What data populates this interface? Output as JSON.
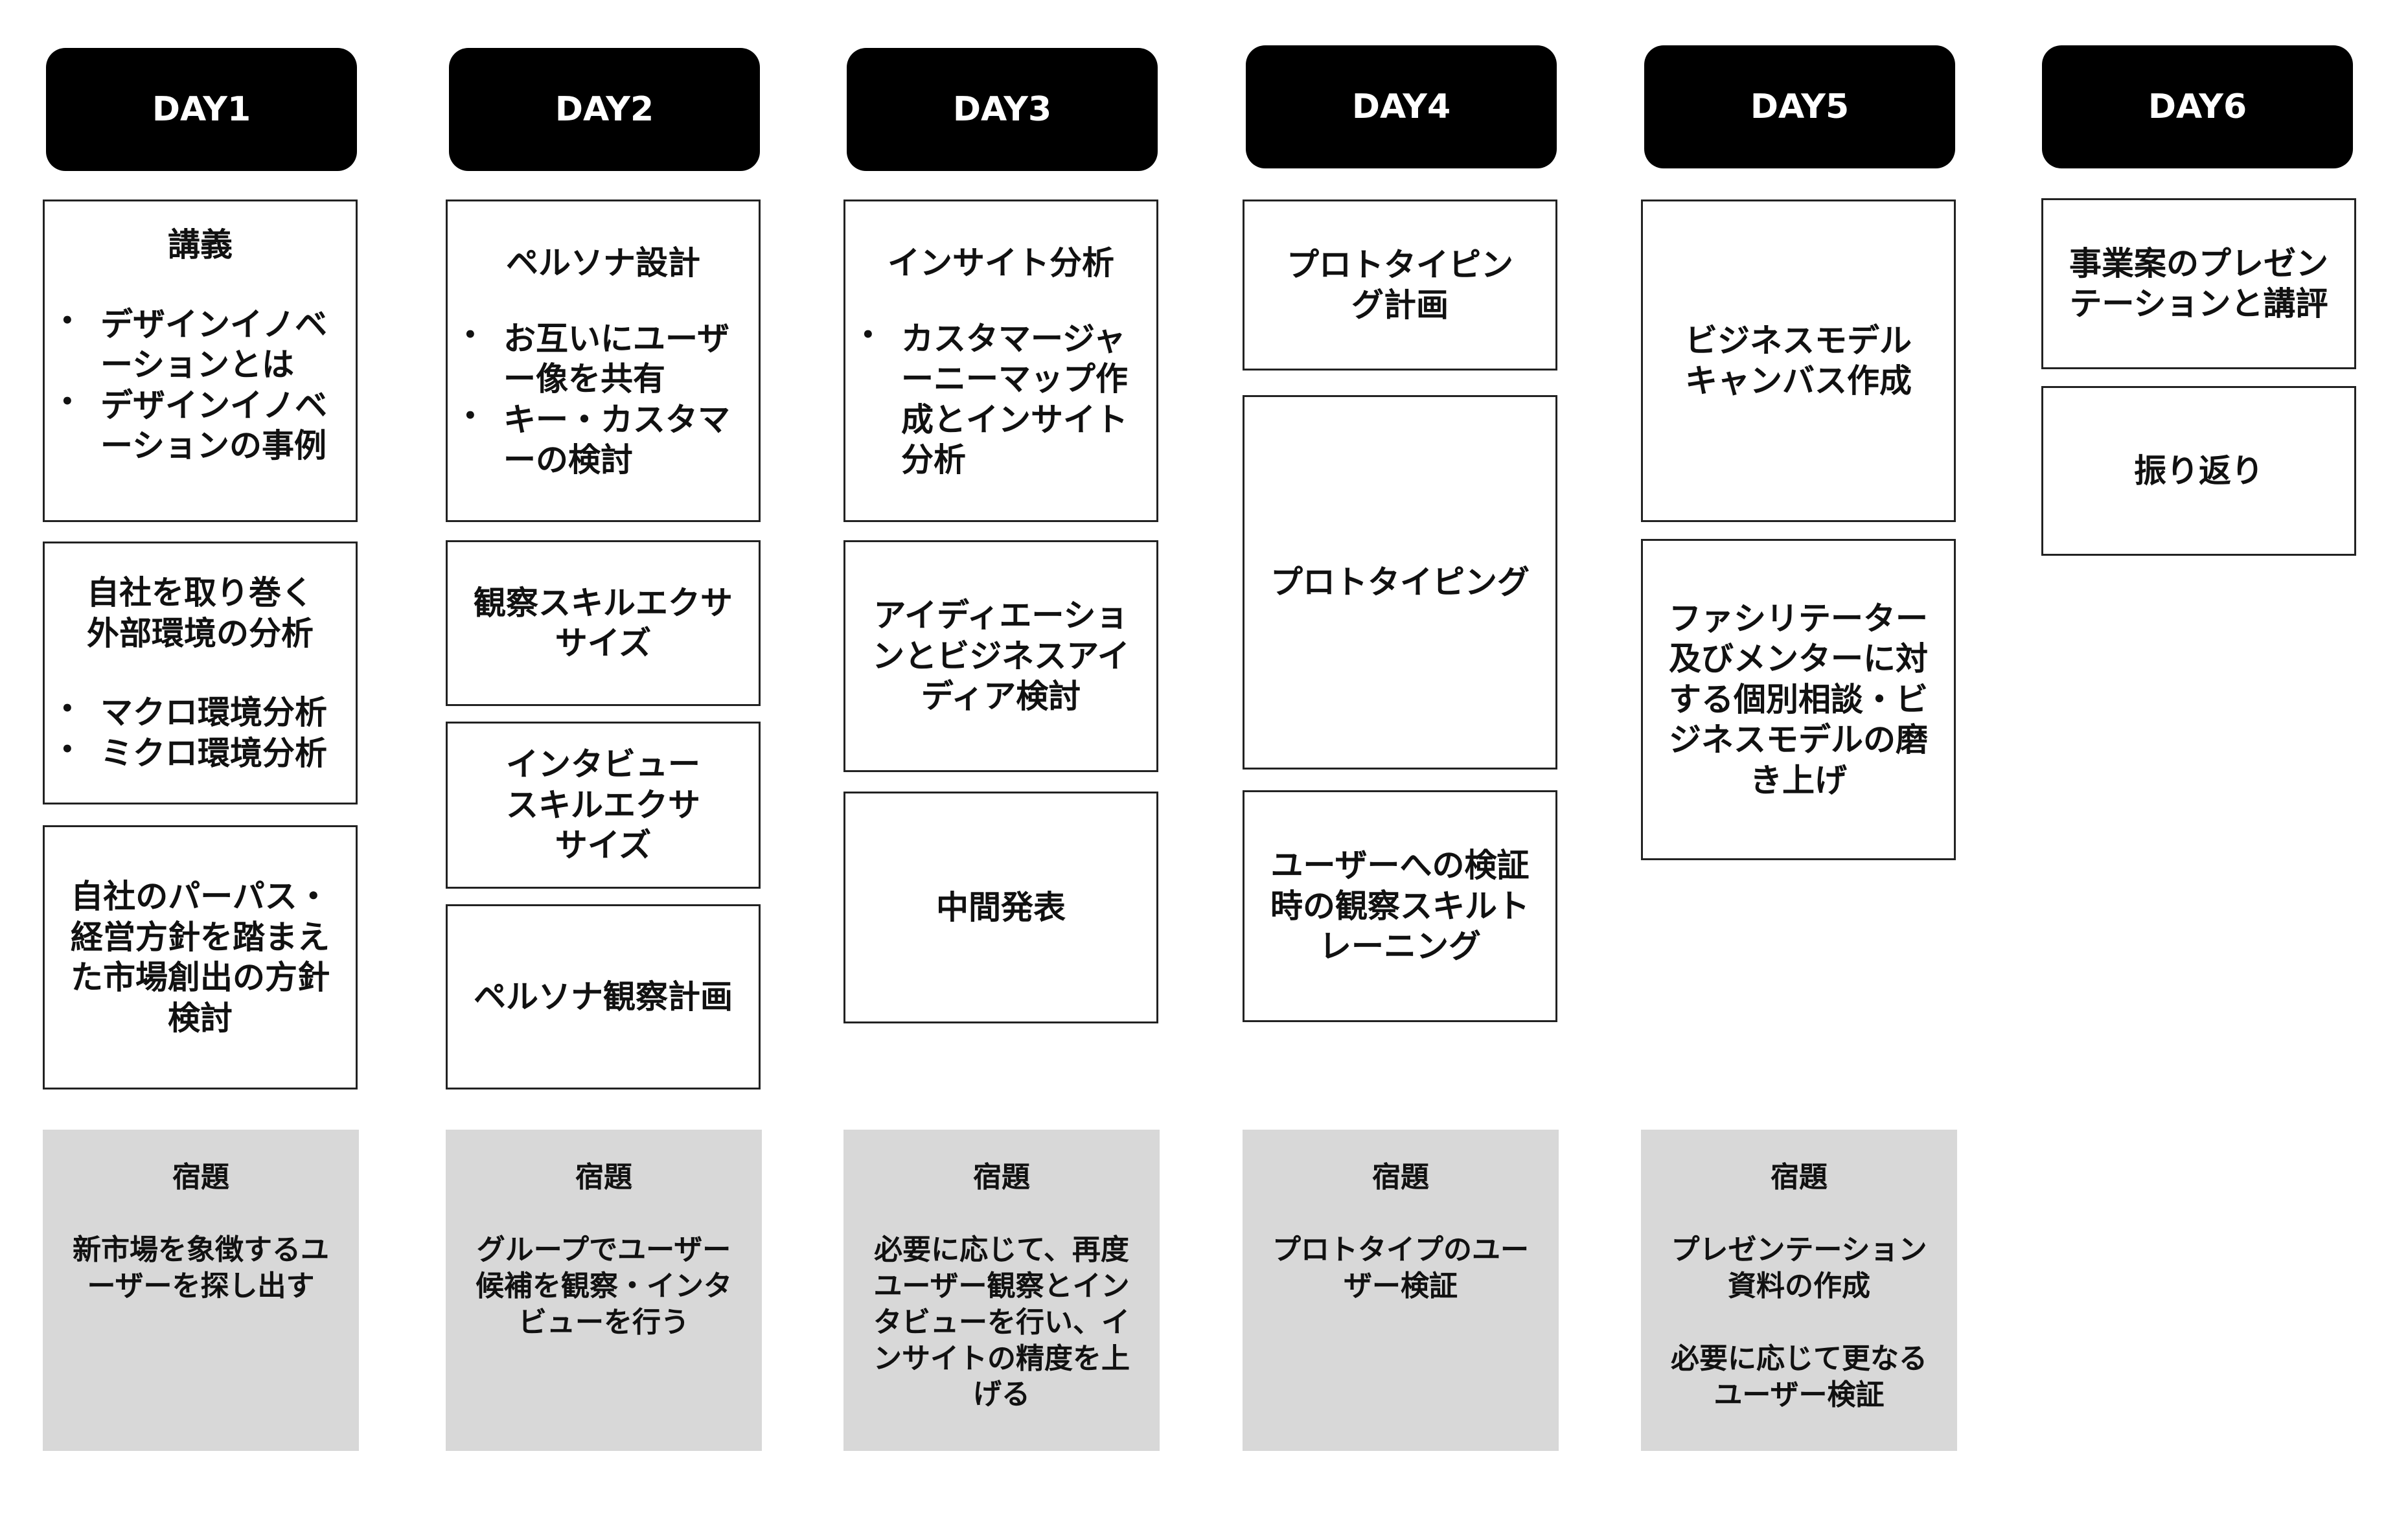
{
  "days": [
    {
      "label": "DAY1",
      "sessions": [
        {
          "title": "講義",
          "bullets": [
            "デザインイノベーションとは",
            "デザインイノベーションの事例"
          ]
        },
        {
          "title": "自社を取り巻く外部環境の分析",
          "bullets": [
            "マクロ環境分析",
            "ミクロ環境分析"
          ]
        },
        {
          "title": "自社のパーパス・経営方針を踏まえた市場創出の方針検討",
          "bullets": []
        }
      ],
      "homework": {
        "title": "宿題",
        "paragraphs": [
          "新市場を象徴するユーザーを探し出す"
        ]
      }
    },
    {
      "label": "DAY2",
      "sessions": [
        {
          "title": "ペルソナ設計",
          "bullets": [
            "お互いにユーザー像を共有",
            "キー・カスタマーの検討"
          ]
        },
        {
          "title": "観察スキルエクササイズ",
          "bullets": []
        },
        {
          "title": "インタビュースキルエクササイズ",
          "bullets": []
        },
        {
          "title": "ペルソナ観察計画",
          "bullets": []
        }
      ],
      "homework": {
        "title": "宿題",
        "paragraphs": [
          "グループでユーザー候補を観察・インタビューを行う"
        ]
      }
    },
    {
      "label": "DAY3",
      "sessions": [
        {
          "title": "インサイト分析",
          "bullets": [
            "カスタマージャーニーマップ作成とインサイト分析"
          ]
        },
        {
          "title": "アイディエーションとビジネスアイディア検討",
          "bullets": []
        },
        {
          "title": "中間発表",
          "bullets": []
        }
      ],
      "homework": {
        "title": "宿題",
        "paragraphs": [
          "必要に応じて、再度ユーザー観察とインタビューを行い、インサイトの精度を上げる"
        ]
      }
    },
    {
      "label": "DAY4",
      "sessions": [
        {
          "title": "プロトタイピング計画",
          "bullets": []
        },
        {
          "title": "プロトタイピング",
          "bullets": []
        },
        {
          "title": "ユーザーへの検証時の観察スキルトレーニング",
          "bullets": []
        }
      ],
      "homework": {
        "title": "宿題",
        "paragraphs": [
          "プロトタイプのユーザー検証"
        ]
      }
    },
    {
      "label": "DAY5",
      "sessions": [
        {
          "title": "ビジネスモデルキャンバス作成",
          "bullets": []
        },
        {
          "title": "ファシリテーター及びメンターに対する個別相談・ビジネスモデルの磨き上げ",
          "bullets": []
        }
      ],
      "homework": {
        "title": "宿題",
        "paragraphs": [
          "プレゼンテーション資料の作成",
          "必要に応じて更なるユーザー検証"
        ]
      }
    },
    {
      "label": "DAY6",
      "sessions": [
        {
          "title": "事業案のプレゼンテーションと講評",
          "bullets": []
        },
        {
          "title": "振り返り",
          "bullets": []
        }
      ],
      "homework": null
    }
  ]
}
